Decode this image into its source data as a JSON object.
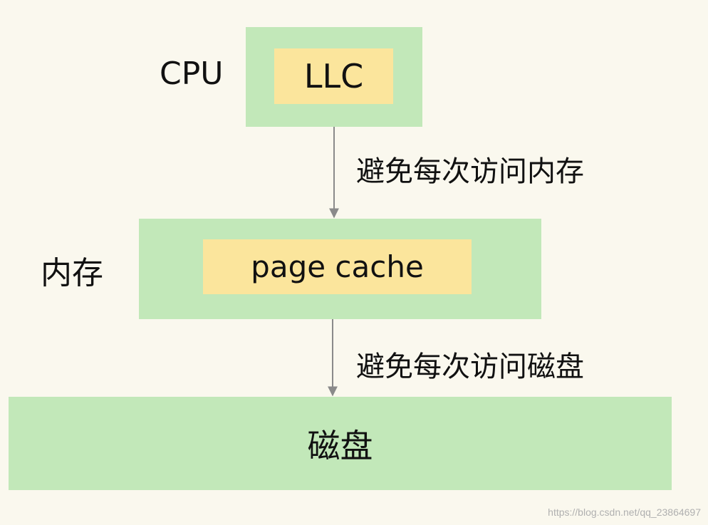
{
  "cpu": {
    "label": "CPU",
    "inner": "LLC"
  },
  "memory": {
    "label": "内存",
    "inner": "page cache"
  },
  "disk": {
    "label": "磁盘"
  },
  "arrows": [
    {
      "label": "避免每次访问内存"
    },
    {
      "label": "避免每次访问磁盘"
    }
  ],
  "watermark": "https://blog.csdn.net/qq_23864697",
  "colors": {
    "background": "#faf8ee",
    "outer_box": "#c2e8b9",
    "inner_box": "#fbe59c",
    "arrow": "#8a8a8a"
  }
}
